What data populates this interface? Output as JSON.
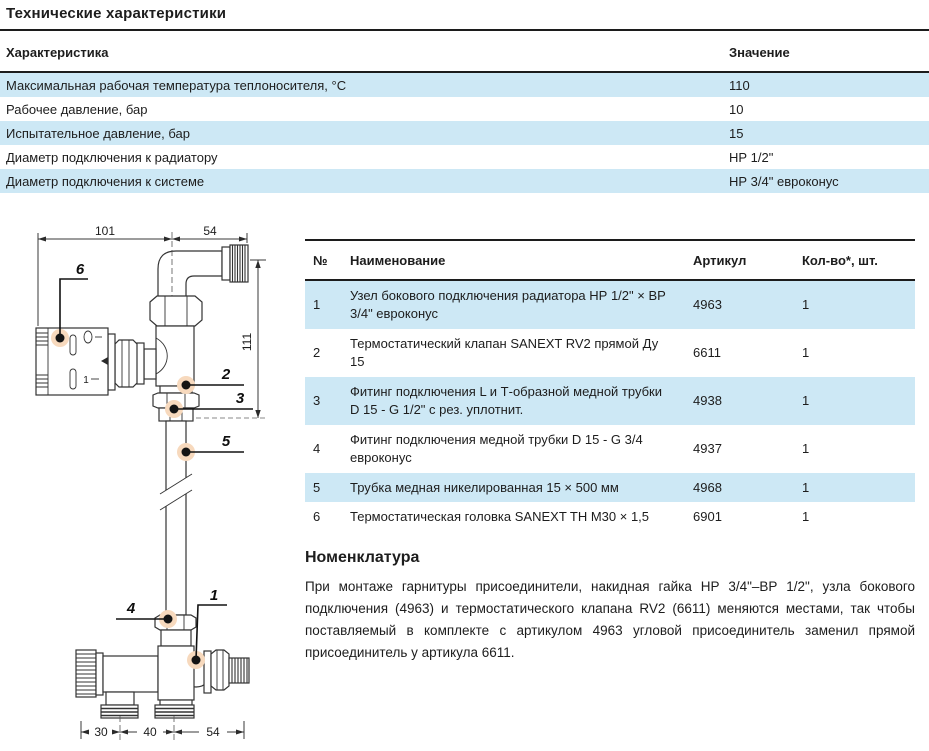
{
  "page": {
    "title": "Технические характеристики"
  },
  "specs_table": {
    "headers": {
      "characteristic": "Характеристика",
      "value": "Значение"
    },
    "rows": [
      {
        "characteristic": "Максимальная рабочая температура теплоносителя, °С",
        "value": "110"
      },
      {
        "characteristic": "Рабочее давление, бар",
        "value": "10"
      },
      {
        "characteristic": "Испытательное давление, бар",
        "value": "15"
      },
      {
        "characteristic": "Диаметр подключения к радиатору",
        "value": "НР 1/2\""
      },
      {
        "characteristic": "Диаметр подключения к системе",
        "value": "НР 3/4\" евроконус"
      }
    ]
  },
  "parts_table": {
    "headers": {
      "num": "№",
      "name": "Наименование",
      "article": "Артикул",
      "qty": "Кол-во*, шт."
    },
    "rows": [
      {
        "num": "1",
        "name": "Узел бокового подключения радиатора НР 1/2\" × ВР 3/4\" евроконус",
        "article": "4963",
        "qty": "1"
      },
      {
        "num": "2",
        "name": "Термостатический клапан SANEXT RV2 прямой Ду 15",
        "article": "6611",
        "qty": "1"
      },
      {
        "num": "3",
        "name": "Фитинг подключения L и Т-образной медной трубки D 15 - G 1/2\" с рез. уплотнит.",
        "article": "4938",
        "qty": "1"
      },
      {
        "num": "4",
        "name": "Фитинг подключения медной трубки D 15 - G 3/4 евроконус",
        "article": "4937",
        "qty": "1"
      },
      {
        "num": "5",
        "name": "Трубка медная никелированная 15 × 500 мм",
        "article": "4968",
        "qty": "1"
      },
      {
        "num": "6",
        "name": "Термостатическая головка SANEXT TH M30 × 1,5",
        "article": "6901",
        "qty": "1"
      }
    ]
  },
  "nomenclature": {
    "title": "Номенклатура",
    "text": "При монтаже гарнитуры присоединители, накидная гайка НР 3/4\"–ВР 1/2\", узла бокового подключения (4963) и термостатического клапана RV2 (6611) меняются местами, так чтобы поставляемый в комплекте с артикулом 4963 угловой присоединитель заменил прямой присоединитель у артикула 6611."
  },
  "diagram": {
    "dims": {
      "top_left": "101",
      "top_right": "54",
      "height_right": "111",
      "bottom_left": "30",
      "bottom_mid": "40",
      "bottom_right": "54"
    },
    "head_mark": "1",
    "callouts": {
      "c1": "1",
      "c2": "2",
      "c3": "3",
      "c4": "4",
      "c5": "5",
      "c6": "6"
    }
  },
  "colors": {
    "row_highlight": "#cde8f5",
    "callout_halo": "#f7d9bd",
    "rule": "#1c1c1c"
  }
}
